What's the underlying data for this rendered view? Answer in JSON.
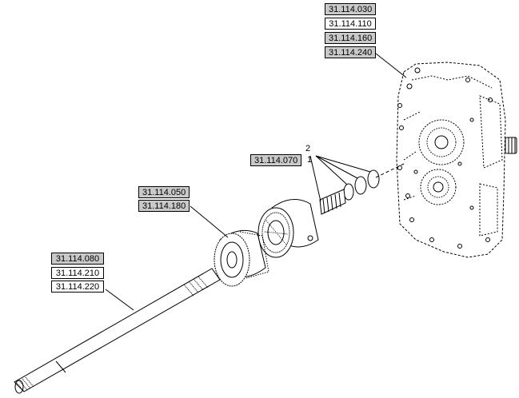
{
  "references": {
    "top_right": [
      "31.114.030",
      "31.114.110",
      "31.114.160",
      "31.114.240"
    ],
    "mid": [
      "31.114.070"
    ],
    "left_upper": [
      "31.114.050",
      "31.114.180"
    ],
    "left_lower": [
      "31.114.080",
      "31.114.210",
      "31.114.220"
    ]
  },
  "item_numbers": {
    "one": "1",
    "two": "2"
  }
}
